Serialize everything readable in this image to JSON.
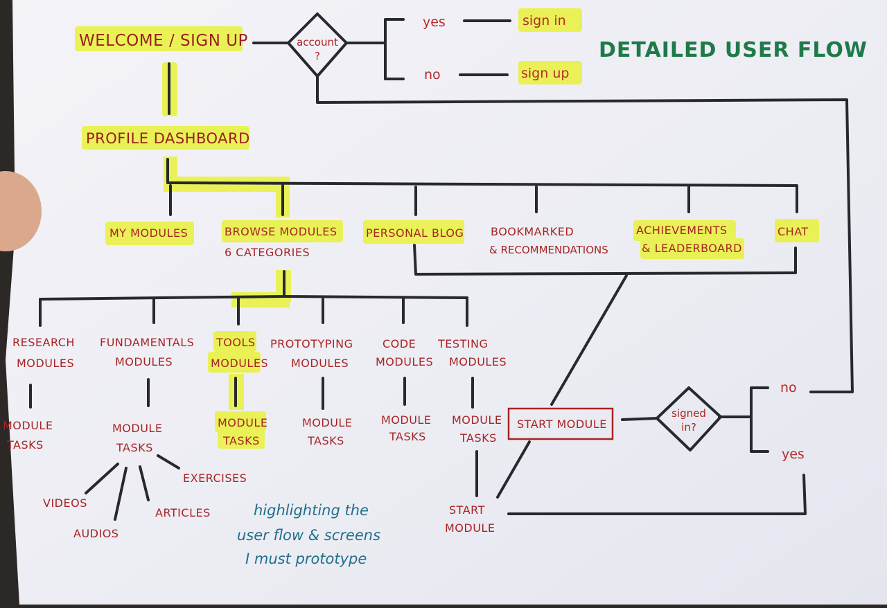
{
  "title": "DETAILED USER FLOW",
  "nodes": {
    "welcome": "WELCOME / SIGN UP",
    "account_line1": "account",
    "account_line2": "?",
    "yes_top": "yes",
    "no_top": "no",
    "sign_in": "sign in",
    "sign_up": "sign up",
    "profile_dashboard": "PROFILE DASHBOARD",
    "my_modules": "MY MODULES",
    "browse_modules_line1": "BROWSE MODULES",
    "browse_modules_line2": "6 CATEGORIES",
    "personal_blog": "PERSONAL BLOG",
    "bookmarked_line1": "BOOKMARKED",
    "bookmarked_line2": "& RECOMMENDATIONS",
    "achievements_line1": "ACHIEVEMENTS",
    "achievements_line2": "& LEADERBOARD",
    "chat": "CHAT",
    "research_line1": "RESEARCH",
    "research_line2": "MODULES",
    "fundamentals_line1": "FUNDAMENTALS",
    "fundamentals_line2": "MODULES",
    "tools_line1": "TOOLS",
    "tools_line2": "MODULES",
    "prototyping_line1": "PROTOTYPING",
    "prototyping_line2": "MODULES",
    "code_line1": "CODE",
    "code_line2": "MODULES",
    "testing_line1": "TESTING",
    "testing_line2": "MODULES",
    "task_line1": "MODULE",
    "task_line2": "TASKS",
    "exercises": "EXERCISES",
    "videos": "VIDEOS",
    "articles": "ARTICLES",
    "audios": "AUDIOS",
    "start_module_box": "START MODULE",
    "signed_line1": "signed",
    "signed_line2": "in?",
    "no_right": "no",
    "yes_right": "yes",
    "start_module_line1": "START",
    "start_module_line2": "MODULE"
  },
  "note": {
    "line1": "highlighting the",
    "line2": "user flow & screens",
    "line3": "I must prototype"
  },
  "colors": {
    "ink": "#26292e",
    "label": "#a82424",
    "highlight": "#e9f23b",
    "title": "#1f7a4a",
    "note": "#1f6f8c",
    "paper": "#eeeef5"
  }
}
